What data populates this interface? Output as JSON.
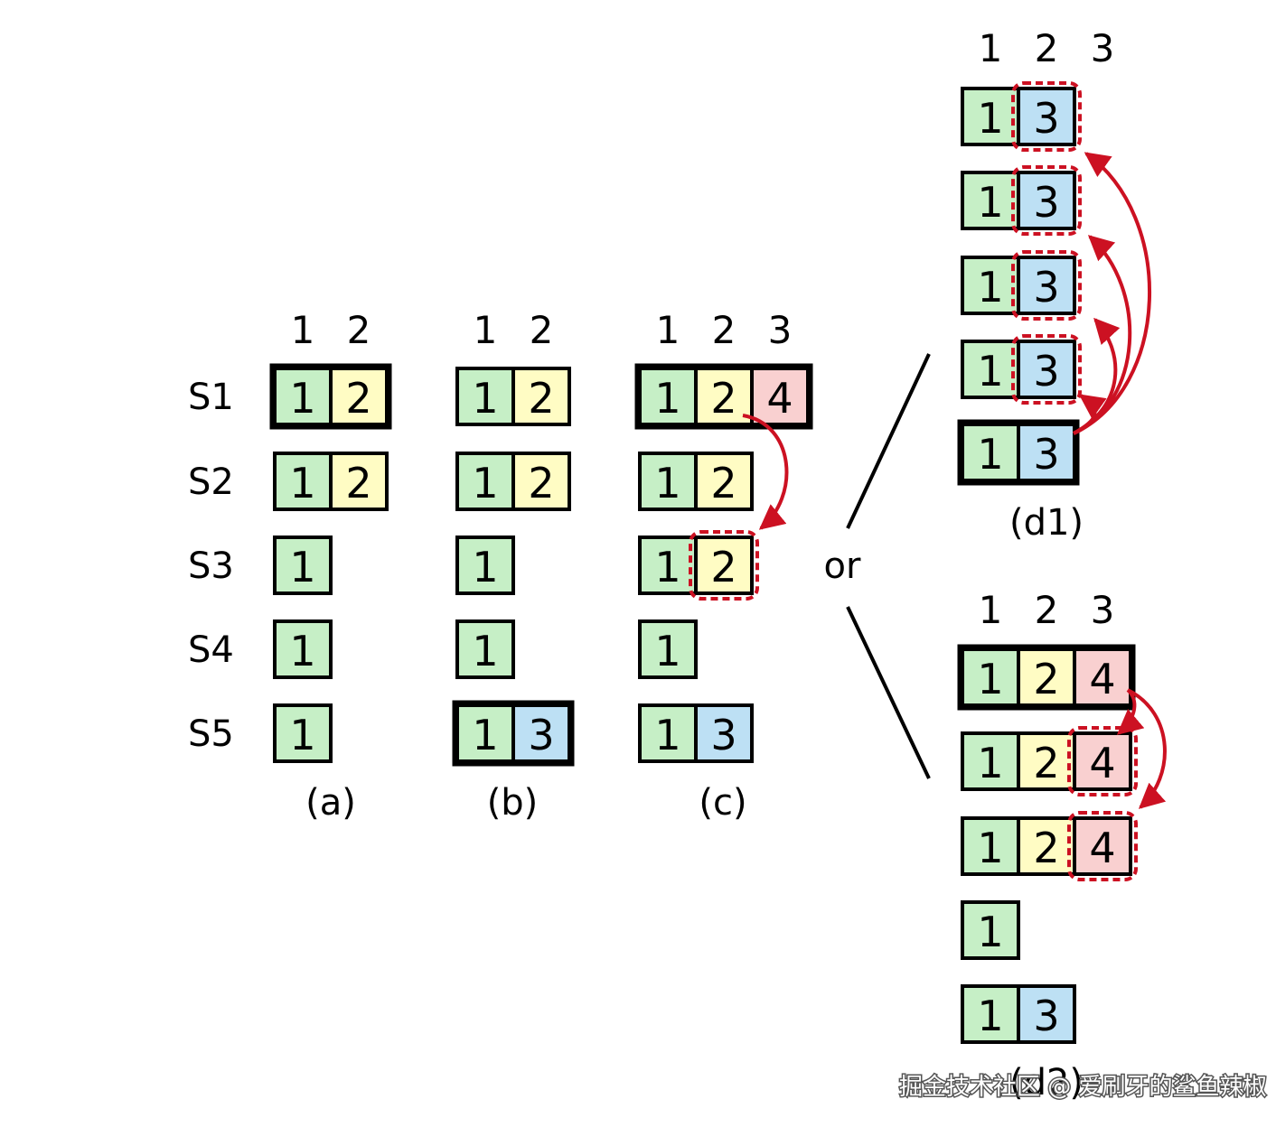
{
  "colors": {
    "green": "#c6efc6",
    "yellow": "#fffcc4",
    "blue": "#bde0f4",
    "pink": "#f9d0d0",
    "arrow": "#cc1122"
  },
  "servers": [
    "S1",
    "S2",
    "S3",
    "S4",
    "S5"
  ],
  "or_label": "or",
  "panels": [
    {
      "id": "a",
      "caption": "(a)",
      "headers": [
        "1",
        "2"
      ],
      "leader": "S1",
      "rows": [
        [
          {
            "v": "1",
            "c": "green"
          },
          {
            "v": "2",
            "c": "yellow"
          }
        ],
        [
          {
            "v": "1",
            "c": "green"
          },
          {
            "v": "2",
            "c": "yellow"
          }
        ],
        [
          {
            "v": "1",
            "c": "green"
          }
        ],
        [
          {
            "v": "1",
            "c": "green"
          }
        ],
        [
          {
            "v": "1",
            "c": "green"
          }
        ]
      ]
    },
    {
      "id": "b",
      "caption": "(b)",
      "headers": [
        "1",
        "2"
      ],
      "leader": "S5",
      "rows": [
        [
          {
            "v": "1",
            "c": "green"
          },
          {
            "v": "2",
            "c": "yellow"
          }
        ],
        [
          {
            "v": "1",
            "c": "green"
          },
          {
            "v": "2",
            "c": "yellow"
          }
        ],
        [
          {
            "v": "1",
            "c": "green"
          }
        ],
        [
          {
            "v": "1",
            "c": "green"
          }
        ],
        [
          {
            "v": "1",
            "c": "green"
          },
          {
            "v": "3",
            "c": "blue"
          }
        ]
      ]
    },
    {
      "id": "c",
      "caption": "(c)",
      "headers": [
        "1",
        "2",
        "3"
      ],
      "leader": "S1",
      "rows": [
        [
          {
            "v": "1",
            "c": "green"
          },
          {
            "v": "2",
            "c": "yellow"
          },
          {
            "v": "4",
            "c": "pink"
          }
        ],
        [
          {
            "v": "1",
            "c": "green"
          },
          {
            "v": "2",
            "c": "yellow"
          }
        ],
        [
          {
            "v": "1",
            "c": "green"
          },
          {
            "v": "2",
            "c": "yellow",
            "dashed": true
          }
        ],
        [
          {
            "v": "1",
            "c": "green"
          }
        ],
        [
          {
            "v": "1",
            "c": "green"
          },
          {
            "v": "3",
            "c": "blue"
          }
        ]
      ]
    },
    {
      "id": "d1",
      "caption": "(d1)",
      "headers": [
        "1",
        "2",
        "3"
      ],
      "leader": "S5",
      "rows": [
        [
          {
            "v": "1",
            "c": "green"
          },
          {
            "v": "3",
            "c": "blue",
            "dashed": true
          }
        ],
        [
          {
            "v": "1",
            "c": "green"
          },
          {
            "v": "3",
            "c": "blue",
            "dashed": true
          }
        ],
        [
          {
            "v": "1",
            "c": "green"
          },
          {
            "v": "3",
            "c": "blue",
            "dashed": true
          }
        ],
        [
          {
            "v": "1",
            "c": "green"
          },
          {
            "v": "3",
            "c": "blue",
            "dashed": true
          }
        ],
        [
          {
            "v": "1",
            "c": "green"
          },
          {
            "v": "3",
            "c": "blue"
          }
        ]
      ]
    },
    {
      "id": "d2",
      "caption": "(d2)",
      "headers": [
        "1",
        "2",
        "3"
      ],
      "leader": "S1",
      "rows": [
        [
          {
            "v": "1",
            "c": "green"
          },
          {
            "v": "2",
            "c": "yellow"
          },
          {
            "v": "4",
            "c": "pink"
          }
        ],
        [
          {
            "v": "1",
            "c": "green"
          },
          {
            "v": "2",
            "c": "yellow"
          },
          {
            "v": "4",
            "c": "pink",
            "dashed": true
          }
        ],
        [
          {
            "v": "1",
            "c": "green"
          },
          {
            "v": "2",
            "c": "yellow"
          },
          {
            "v": "4",
            "c": "pink",
            "dashed": true
          }
        ],
        [
          {
            "v": "1",
            "c": "green"
          }
        ],
        [
          {
            "v": "1",
            "c": "green"
          },
          {
            "v": "3",
            "c": "blue"
          }
        ]
      ]
    }
  ],
  "watermark": "掘金技术社区 @ 爱刷牙的鲨鱼辣椒"
}
